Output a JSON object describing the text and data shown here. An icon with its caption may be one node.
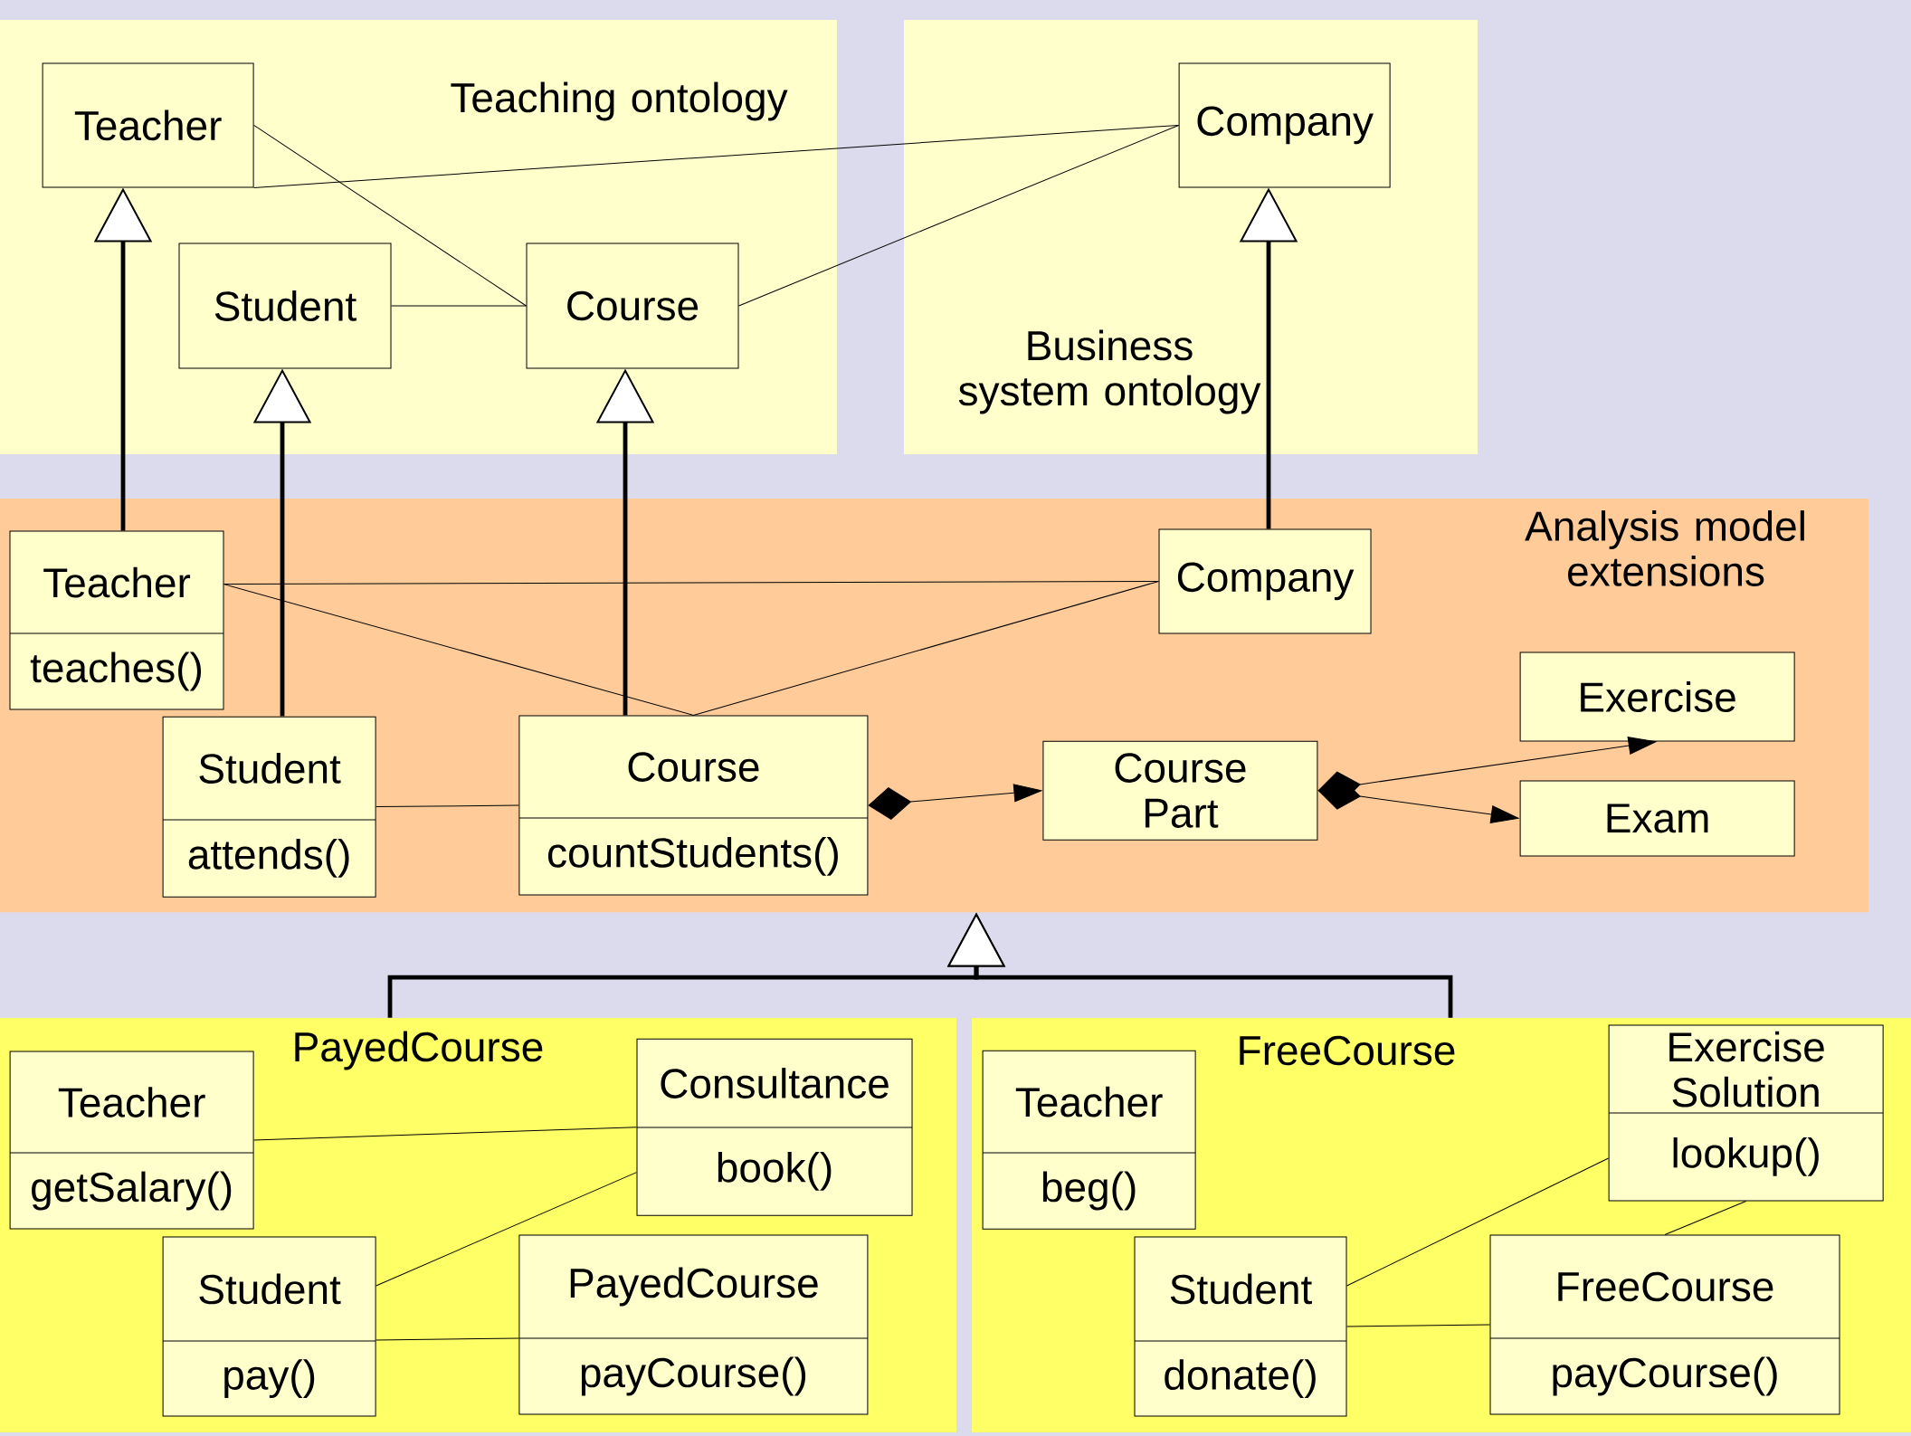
{
  "diagram": {
    "nodes": [
      {
        "text": [
          "Teaching ontology"
        ]
      },
      {
        "text": [
          "Teacher"
        ],
        "in": 0
      },
      {
        "text": [
          "Student"
        ],
        "in": 0
      },
      {
        "text": [
          "Course"
        ],
        "in": 0
      },
      {
        "text": [
          "Business system ontology"
        ]
      },
      {
        "text": [
          "Company"
        ],
        "in": 4
      },
      {
        "text": [
          "Analysis model extensions"
        ]
      },
      {
        "text": [
          "Teacher",
          "teaches()"
        ],
        "in": 6
      },
      {
        "text": [
          "Company"
        ],
        "in": 6
      },
      {
        "text": [
          "Student",
          "attends()"
        ],
        "in": 6
      },
      {
        "text": [
          "Course",
          "countStudents()"
        ],
        "in": 6
      },
      {
        "text": [
          "Course Part"
        ],
        "in": 6
      },
      {
        "text": [
          "Exercise"
        ],
        "in": 6
      },
      {
        "text": [
          "Exam"
        ],
        "in": 6
      },
      {
        "text": [
          "PayedCourse"
        ]
      },
      {
        "text": [
          "Teacher",
          "getSalary()"
        ],
        "in": 14
      },
      {
        "text": [
          "Consultance",
          "book()"
        ],
        "in": 14
      },
      {
        "text": [
          "Student",
          "pay()"
        ],
        "in": 14
      },
      {
        "text": [
          "PayedCourse",
          "payCourse()"
        ],
        "in": 14
      },
      {
        "text": [
          "FreeCourse"
        ]
      },
      {
        "text": [
          "Teacher",
          "beg()"
        ],
        "in": 19
      },
      {
        "text": [
          "Exercise Solution",
          "lookup()"
        ],
        "in": 19
      },
      {
        "text": [
          "Student",
          "donate()"
        ],
        "in": 19
      },
      {
        "text": [
          "FreeCourse",
          "payCourse()"
        ],
        "in": 19
      }
    ],
    "edges": [
      {
        "from": 1,
        "to": 3,
        "arrow": "none"
      },
      {
        "from": 1,
        "to": 5,
        "arrow": "none"
      },
      {
        "from": 2,
        "to": 3,
        "arrow": "none"
      },
      {
        "from": 3,
        "to": 5,
        "arrow": "none"
      },
      {
        "from": 7,
        "to": 1,
        "arrow": "to",
        "style": "thick"
      },
      {
        "from": 9,
        "to": 2,
        "arrow": "to",
        "style": "thick"
      },
      {
        "from": 10,
        "to": 3,
        "arrow": "to",
        "style": "thick"
      },
      {
        "from": 8,
        "to": 5,
        "arrow": "to",
        "style": "thick"
      },
      {
        "from": 7,
        "to": 8,
        "arrow": "none"
      },
      {
        "from": 7,
        "to": 10,
        "arrow": "none"
      },
      {
        "from": 10,
        "to": 8,
        "arrow": "none"
      },
      {
        "from": 9,
        "to": 10,
        "arrow": "none"
      },
      {
        "from": 10,
        "to": 11,
        "arrow": "to"
      },
      {
        "from": 11,
        "to": 12,
        "arrow": "to"
      },
      {
        "from": 11,
        "to": 13,
        "arrow": "to"
      },
      {
        "from": 14,
        "to": 6,
        "arrow": "to",
        "style": "thick"
      },
      {
        "from": 19,
        "to": 6,
        "arrow": "to",
        "style": "thick"
      },
      {
        "from": 15,
        "to": 16,
        "arrow": "none"
      },
      {
        "from": 17,
        "to": 16,
        "arrow": "none"
      },
      {
        "from": 17,
        "to": 18,
        "arrow": "none"
      },
      {
        "from": 22,
        "to": 21,
        "arrow": "none"
      },
      {
        "from": 21,
        "to": 23,
        "arrow": "none"
      },
      {
        "from": 22,
        "to": 23,
        "arrow": "none"
      }
    ]
  }
}
